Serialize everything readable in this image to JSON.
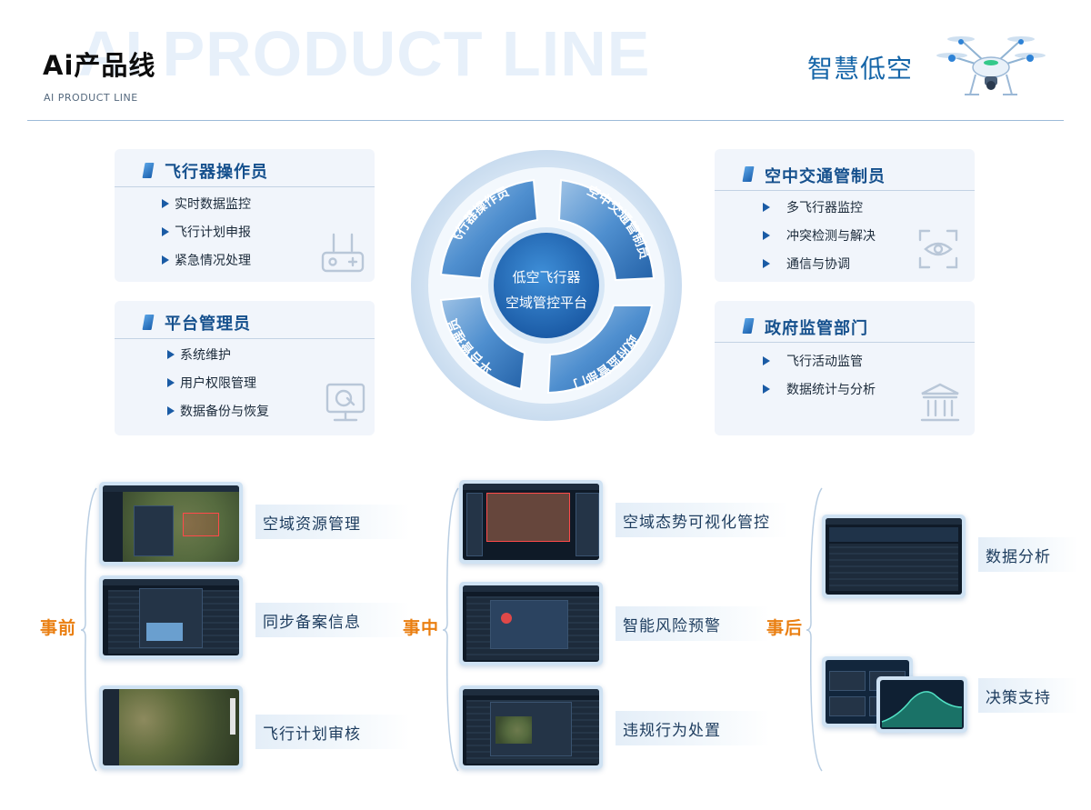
{
  "header": {
    "watermark": "AI PRODUCT LINE",
    "title": "Ai产品线",
    "subtitle": "AI PRODUCT LINE",
    "brand": "智慧低空"
  },
  "roles": {
    "operator": {
      "title": "飞行器操作员",
      "items": [
        "实时数据监控",
        "飞行计划申报",
        "紧急情况处理"
      ],
      "icon": "remote-controller-icon"
    },
    "admin": {
      "title": "平台管理员",
      "items": [
        "系统维护",
        "用户权限管理",
        "数据备份与恢复"
      ],
      "icon": "monitor-settings-icon"
    },
    "atc": {
      "title": "空中交通管制员",
      "items": [
        "多飞行器监控",
        "冲突检测与解决",
        "通信与协调"
      ],
      "icon": "eye-scan-icon"
    },
    "gov": {
      "title": "政府监管部门",
      "items": [
        "飞行活动监管",
        "数据统计与分析"
      ],
      "icon": "government-building-icon"
    }
  },
  "center": {
    "line1": "低空飞行器",
    "line2": "空域管控平台",
    "segments": [
      "飞行器操作员",
      "空中交通管制员",
      "政府监管部门",
      "平台管理员"
    ]
  },
  "lifecycle": {
    "before": {
      "label": "事前",
      "features": [
        "空域资源管理",
        "同步备案信息",
        "飞行计划审核"
      ]
    },
    "during": {
      "label": "事中",
      "features": [
        "空域态势可视化管控",
        "智能风险预警",
        "违规行为处置"
      ]
    },
    "after": {
      "label": "事后",
      "features": [
        "数据分析",
        "决策支持"
      ]
    }
  },
  "colors": {
    "accent": "#1565a8",
    "orange": "#ea7f12",
    "card_bg": "#f1f5fb"
  }
}
